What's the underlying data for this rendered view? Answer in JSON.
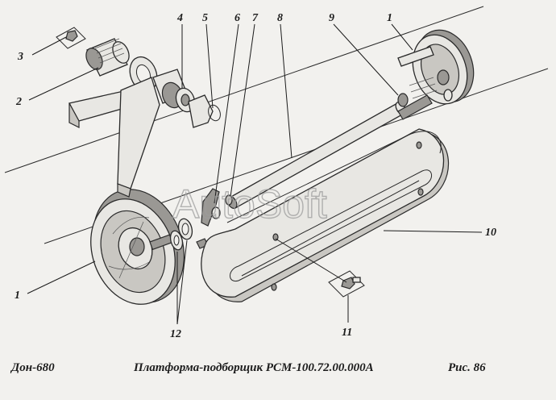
{
  "callouts": {
    "c1": "1",
    "c2": "2",
    "c3": "3",
    "c4": "4",
    "c5": "5",
    "c6": "6",
    "c7": "7",
    "c8": "8",
    "c9": "9",
    "c10": "10",
    "c11": "11",
    "c12": "12"
  },
  "watermark": "AutoSoft",
  "footer": {
    "model": "Дон-680",
    "title": "Платформа-подборщик РСМ-100.72.00.000А",
    "figure": "Рис.   86"
  }
}
